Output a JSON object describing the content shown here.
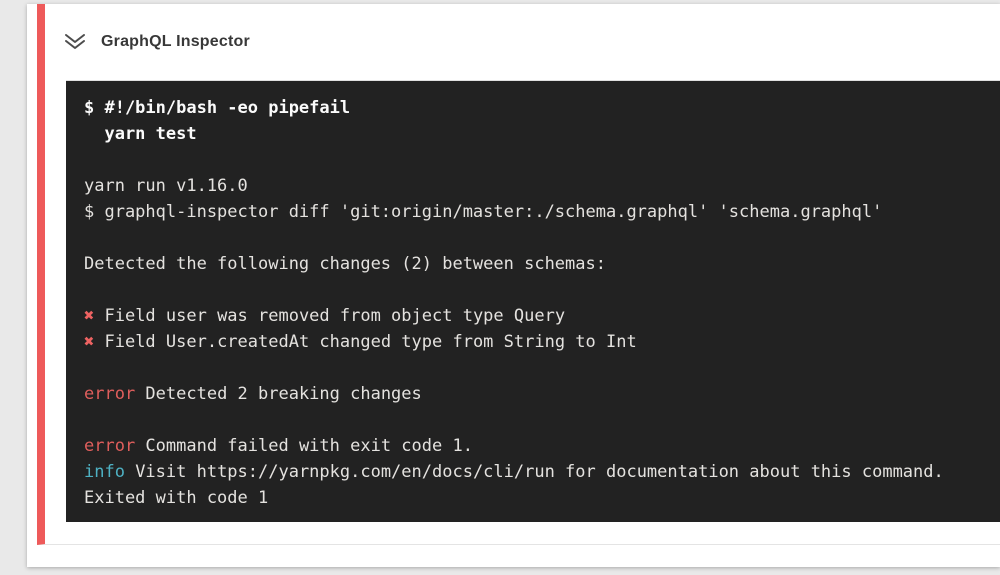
{
  "card": {
    "step": {
      "title": "GraphQL Inspector",
      "status": "failed",
      "status_color": "#ee5a5a",
      "collapse_icon": "double-chevron-down"
    }
  },
  "terminal": {
    "background": "#222222",
    "text_color": "#e4e2df",
    "error_color": "#df5e5c",
    "info_color": "#4eb1c3",
    "cross_color": "#ee6362",
    "lines": [
      {
        "segments": [
          {
            "text": "$ #!/bin/bash -eo pipefail",
            "style": "command"
          }
        ]
      },
      {
        "segments": [
          {
            "text": "  yarn test",
            "style": "command"
          }
        ]
      },
      {
        "segments": []
      },
      {
        "segments": [
          {
            "text": "yarn run v1.16.0",
            "style": "plain"
          }
        ]
      },
      {
        "segments": [
          {
            "text": "$ graphql-inspector diff 'git:origin/master:./schema.graphql' 'schema.graphql'",
            "style": "plain"
          }
        ]
      },
      {
        "segments": []
      },
      {
        "segments": [
          {
            "text": "Detected the following changes (2) between schemas:",
            "style": "plain"
          }
        ]
      },
      {
        "segments": []
      },
      {
        "segments": [
          {
            "text": "✖",
            "style": "cross"
          },
          {
            "text": " Field user was removed from object type Query",
            "style": "plain"
          }
        ]
      },
      {
        "segments": [
          {
            "text": "✖",
            "style": "cross"
          },
          {
            "text": " Field User.createdAt changed type from String to Int",
            "style": "plain"
          }
        ]
      },
      {
        "segments": []
      },
      {
        "segments": [
          {
            "text": "error",
            "style": "error"
          },
          {
            "text": " Detected 2 breaking changes",
            "style": "plain"
          }
        ]
      },
      {
        "segments": []
      },
      {
        "segments": [
          {
            "text": "error",
            "style": "error"
          },
          {
            "text": " Command failed with exit code 1.",
            "style": "plain"
          }
        ]
      },
      {
        "segments": [
          {
            "text": "info",
            "style": "info"
          },
          {
            "text": " Visit https://yarnpkg.com/en/docs/cli/run for documentation about this command.",
            "style": "plain"
          }
        ]
      },
      {
        "segments": [
          {
            "text": "Exited with code 1",
            "style": "plain"
          }
        ]
      }
    ]
  }
}
